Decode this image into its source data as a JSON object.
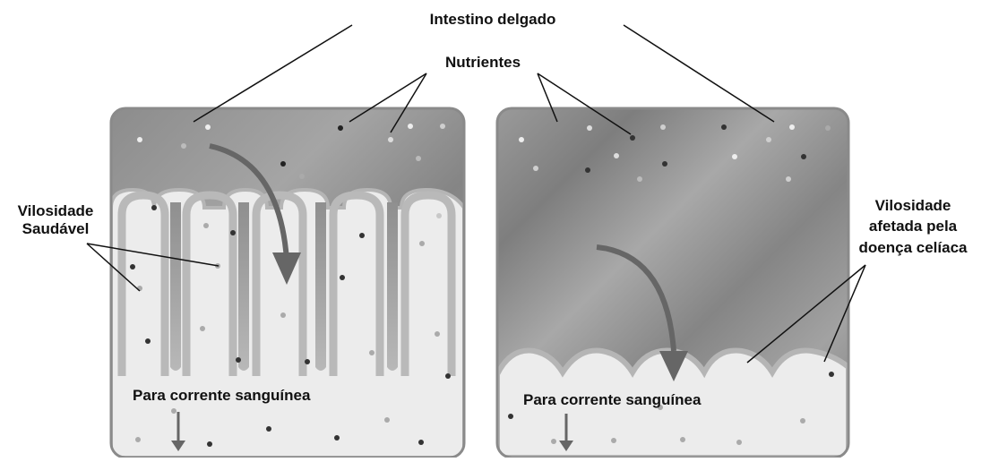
{
  "title": "Intestino delgado",
  "labels": {
    "nutrients": "Nutrientes",
    "healthy_line1": "Vilosidade",
    "healthy_line2": "Saudável",
    "affected_line1": "Vilosidade",
    "affected_line2": "afetada pela",
    "affected_line3": "doença celíaca",
    "bloodstream_left": "Para corrente sanguínea",
    "bloodstream_right": "Para corrente sanguínea"
  },
  "colors": {
    "lumen_dark": "#7a7a7a",
    "lumen_light": "#a9a9a9",
    "villus_tissue": "#ececec",
    "villus_border": "#b5b5b5",
    "frame": "#8a8a8a",
    "arrow": "#666666",
    "ink": "#111111"
  }
}
